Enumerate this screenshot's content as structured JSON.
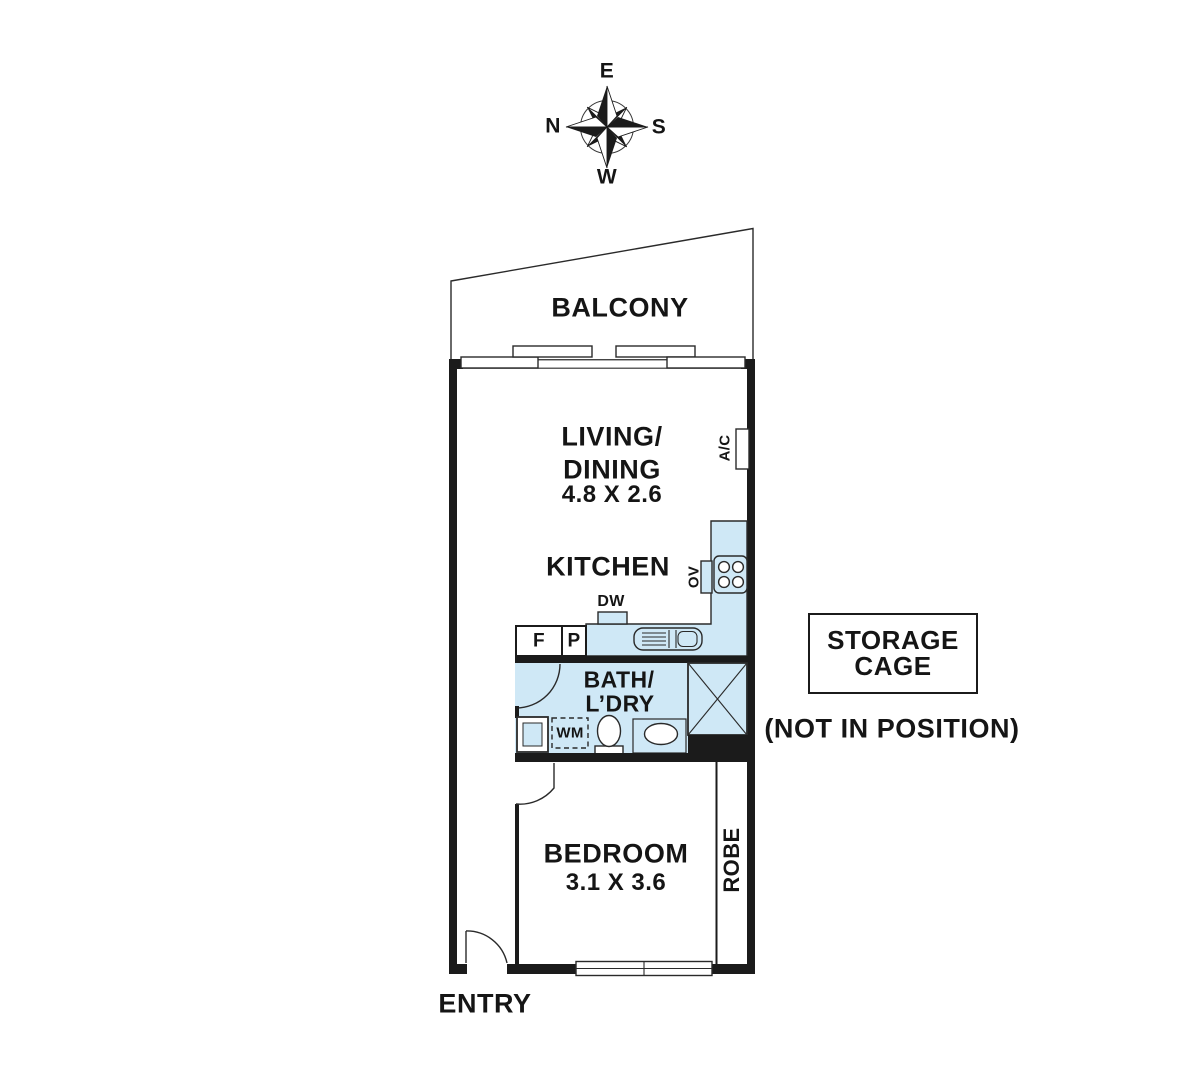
{
  "compass": {
    "north": "N",
    "east": "E",
    "south": "S",
    "west": "W"
  },
  "balcony": {
    "label": "BALCONY"
  },
  "living_dining": {
    "line1": "LIVING/",
    "line2": "DINING",
    "dimensions": "4.8 X 2.6"
  },
  "ac_unit": {
    "label": "A/C"
  },
  "kitchen": {
    "label": "KITCHEN",
    "dishwasher": "DW",
    "oven": "OV",
    "fridge": "F",
    "pantry": "P"
  },
  "bath_laundry": {
    "line1": "BATH/",
    "line2": "L’DRY",
    "washing_machine": "WM"
  },
  "storage_cage": {
    "line1": "STORAGE",
    "line2": "CAGE",
    "note": "(NOT IN POSITION)"
  },
  "bedroom": {
    "label": "BEDROOM",
    "dimensions": "3.1 X 3.6",
    "robe": "ROBE"
  },
  "entry": {
    "label": "ENTRY"
  },
  "colors": {
    "fixture": "#cfe8f6",
    "wall": "#1b1b1b",
    "line": "#2a2a2a",
    "bg": "#ffffff"
  }
}
